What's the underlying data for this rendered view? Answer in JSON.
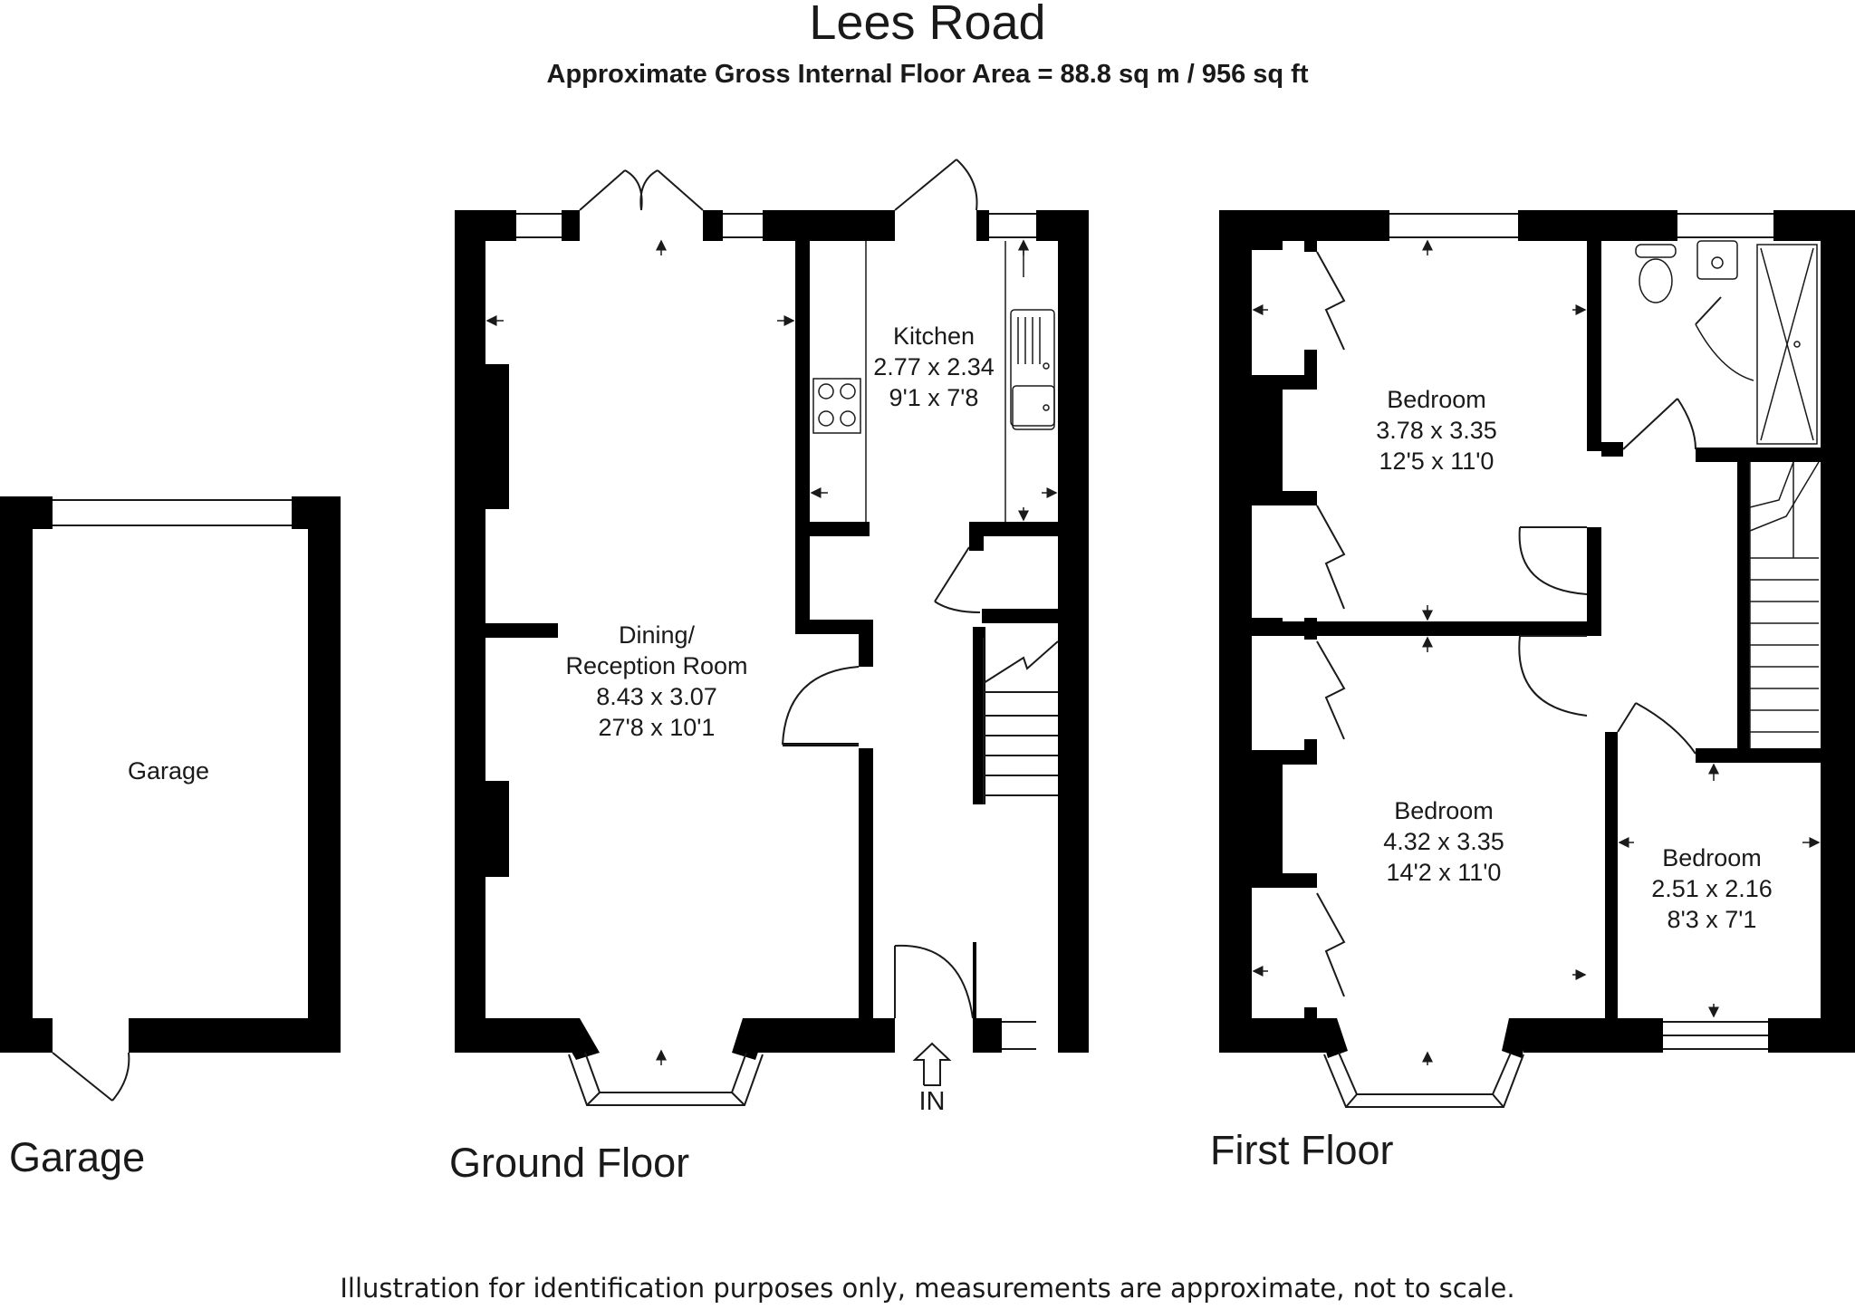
{
  "title": "Lees Road",
  "subtitle": "Approximate Gross Internal Floor Area  = 88.8 sq m  / 956 sq ft",
  "floors": [
    {
      "name": "Garage"
    },
    {
      "name": "Ground Floor"
    },
    {
      "name": "First Floor"
    }
  ],
  "rooms": {
    "garage": {
      "name": "Garage"
    },
    "kitchen": {
      "name": "Kitchen",
      "metric": "2.77 x 2.34",
      "imperial": "9'1 x 7'8"
    },
    "dining": {
      "name": "Dining/",
      "name2": "Reception Room",
      "metric": "8.43 x 3.07",
      "imperial": "27'8 x 10'1"
    },
    "bedroom1": {
      "name": "Bedroom",
      "metric": "3.78 x 3.35",
      "imperial": "12'5 x 11'0"
    },
    "bedroom2": {
      "name": "Bedroom",
      "metric": "4.32 x 3.35",
      "imperial": "14'2 x 11'0"
    },
    "bedroom3": {
      "name": "Bedroom",
      "metric": "2.51 x 2.16",
      "imperial": "8'3 x 7'1"
    }
  },
  "entry_label": "IN",
  "footer": "Illustration for identification purposes only, measurements are approximate, not to scale.",
  "colors": {
    "wall": "#000000",
    "line": "#1a1a1a",
    "background": "#ffffff"
  }
}
